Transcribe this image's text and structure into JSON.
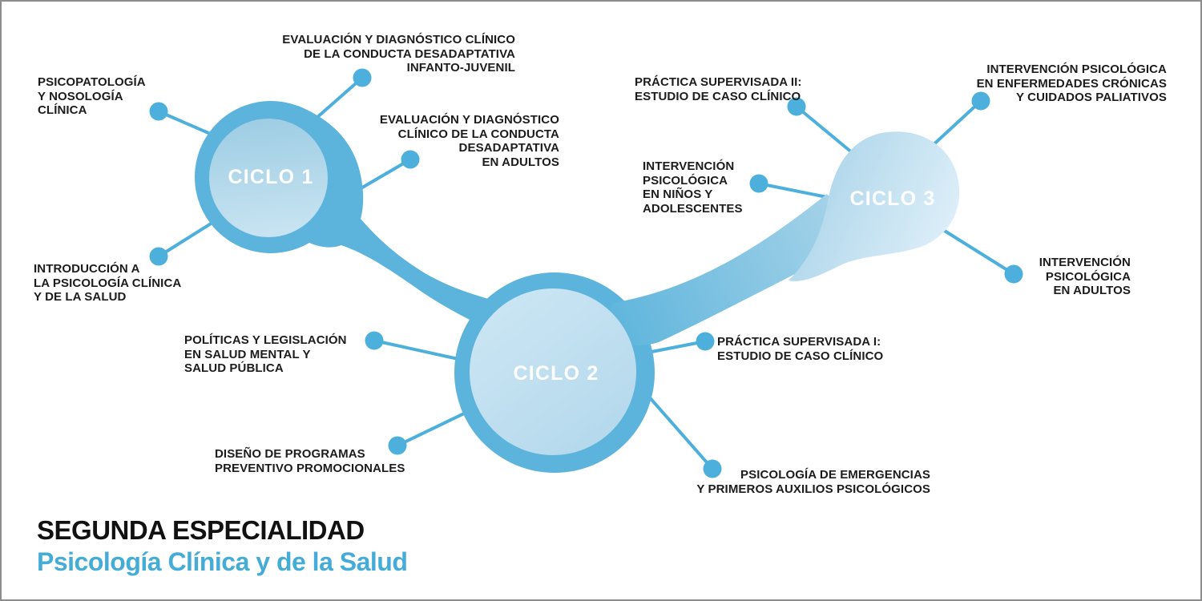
{
  "title": {
    "primary": "SEGUNDA ESPECIALIDAD",
    "secondary": "Psicología Clínica y de la Salud"
  },
  "colors": {
    "blob_blue": "#5cb4dc",
    "line_blue": "#4dafdc",
    "inner_circle_1_top": "#9ccce3",
    "inner_circle_1_bottom": "#c7e3f1",
    "inner_circle_2_light": "#cee7f5",
    "inner_circle_2_dark": "#b4d9ec",
    "ciclo3_left": "#a3d0e7",
    "ciclo3_right": "#dceef8",
    "subtitle_blue": "#45acd8",
    "label_text": "#1c1c1c"
  },
  "cycles": [
    {
      "id": "ciclo-1",
      "label": "CICLO 1"
    },
    {
      "id": "ciclo-2",
      "label": "CICLO 2"
    },
    {
      "id": "ciclo-3",
      "label": "CICLO 3"
    }
  ],
  "courses": [
    {
      "id": "psicopatologia-y-nosologia-clinica",
      "cycle": "CICLO 1",
      "lines": [
        "PSICOPATOLOGÍA",
        "Y NOSOLOGÍA",
        "CLÍNICA"
      ]
    },
    {
      "id": "evaluacion-diagnostico-infanto-juvenil",
      "cycle": "CICLO 1",
      "lines": [
        "EVALUACIÓN Y DIAGNÓSTICO CLÍNICO",
        "DE LA CONDUCTA DESADAPTATIVA",
        "INFANTO-JUVENIL"
      ]
    },
    {
      "id": "evaluacion-diagnostico-adultos",
      "cycle": "CICLO 1",
      "lines": [
        "EVALUACIÓN Y DIAGNÓSTICO",
        "CLÍNICO DE LA CONDUCTA",
        "DESADAPTATIVA",
        "EN ADULTOS"
      ]
    },
    {
      "id": "introduccion-psicologia-clinica-salud",
      "cycle": "CICLO 1",
      "lines": [
        "INTRODUCCIÓN A",
        "LA PSICOLOGÍA CLÍNICA",
        "Y DE LA SALUD"
      ]
    },
    {
      "id": "politicas-y-legislacion-salud-mental",
      "cycle": "CICLO 2",
      "lines": [
        "POLÍTICAS Y LEGISLACIÓN",
        "EN SALUD MENTAL Y",
        "SALUD PÚBLICA"
      ]
    },
    {
      "id": "diseno-programas-preventivo-promocionales",
      "cycle": "CICLO 2",
      "lines": [
        "DISEÑO DE PROGRAMAS",
        "PREVENTIVO PROMOCIONALES"
      ]
    },
    {
      "id": "practica-supervisada-1",
      "cycle": "CICLO 2",
      "lines": [
        "PRÁCTICA SUPERVISADA I:",
        "ESTUDIO DE CASO CLÍNICO"
      ]
    },
    {
      "id": "psicologia-emergencias-primeros-auxilios",
      "cycle": "CICLO 2",
      "lines": [
        "PSICOLOGÍA DE EMERGENCIAS",
        "Y PRIMEROS AUXILIOS PSICOLÓGICOS"
      ]
    },
    {
      "id": "practica-supervisada-2",
      "cycle": "CICLO 3",
      "lines": [
        "PRÁCTICA SUPERVISADA II:",
        "ESTUDIO DE CASO CLÍNICO"
      ]
    },
    {
      "id": "intervencion-ninos-adolescentes",
      "cycle": "CICLO 3",
      "lines": [
        "INTERVENCIÓN",
        "PSICOLÓGICA",
        "EN NIÑOS Y",
        "ADOLESCENTES"
      ]
    },
    {
      "id": "intervencion-enfermedades-cronicas-paliativos",
      "cycle": "CICLO 3",
      "lines": [
        "INTERVENCIÓN PSICOLÓGICA",
        "EN ENFERMEDADES CRÓNICAS",
        "Y CUIDADOS PALIATIVOS"
      ]
    },
    {
      "id": "intervencion-adultos",
      "cycle": "CICLO 3",
      "lines": [
        "INTERVENCIÓN",
        "PSICOLÓGICA",
        "EN ADULTOS"
      ]
    }
  ]
}
